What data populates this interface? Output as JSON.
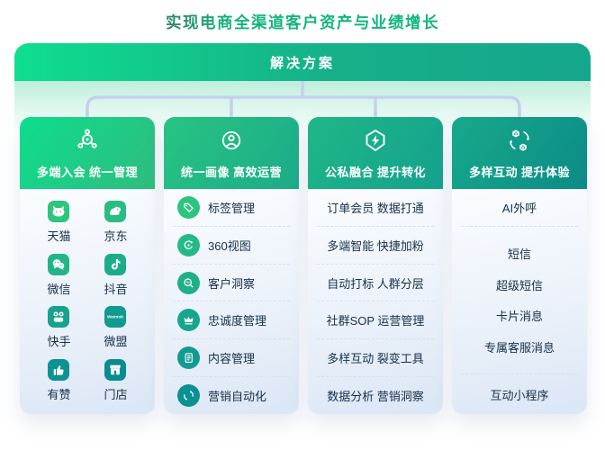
{
  "page_title": "实现电商全渠道客户资产与业绩增长",
  "banner": {
    "label": "解决方案"
  },
  "colors": {
    "banner_gradient_start": "#0ede8e",
    "banner_gradient_end": "#15a78c",
    "connector_line": "#c5d0ee",
    "text_dark": "#17304a",
    "title_gradient_start": "#6f3338",
    "title_gradient_end": "#0fb87d",
    "card_body_gradient_start": "#fafcff",
    "card_body_gradient_end": "#dbe6f5"
  },
  "columns": [
    {
      "header": {
        "title": "多端入会 统一管理",
        "icon": "hub-icon"
      },
      "apps": [
        {
          "name": "天猫",
          "icon": "tmall-icon",
          "color": "#2fc57e"
        },
        {
          "name": "京东",
          "icon": "jd-icon",
          "color": "#29bd82"
        },
        {
          "name": "微信",
          "icon": "wechat-icon",
          "color": "#23b586"
        },
        {
          "name": "抖音",
          "icon": "douyin-icon",
          "color": "#1dac8a"
        },
        {
          "name": "快手",
          "icon": "kuaishou-icon",
          "color": "#16a28d"
        },
        {
          "name": "微盟",
          "icon": "weimob-icon",
          "color": "#119a90"
        },
        {
          "name": "有赞",
          "icon": "youzan-icon",
          "color": "#0d9292"
        },
        {
          "name": "门店",
          "icon": "store-icon",
          "color": "#0a8b94"
        }
      ]
    },
    {
      "header": {
        "title": "统一画像 高效运营",
        "icon": "user-icon"
      },
      "items": [
        {
          "label": "标签管理",
          "icon": "tag-icon",
          "color": "#2cc47f"
        },
        {
          "label": "360视图",
          "icon": "view360-icon",
          "color": "#25ba85"
        },
        {
          "label": "客户洞察",
          "icon": "insight-icon",
          "color": "#1eb08a"
        },
        {
          "label": "忠诚度管理",
          "icon": "crown-icon",
          "color": "#17a58e"
        },
        {
          "label": "内容管理",
          "icon": "content-icon",
          "color": "#119b91"
        },
        {
          "label": "营销自动化",
          "icon": "automation-icon",
          "color": "#0b9094"
        }
      ]
    },
    {
      "header": {
        "title": "公私融合 提升转化",
        "icon": "bolt-icon"
      },
      "items": [
        {
          "label": "订单会员 数据打通"
        },
        {
          "label": "多端智能 快捷加粉"
        },
        {
          "label": "自动打标 人群分层"
        },
        {
          "label": "社群SOP 运营管理"
        },
        {
          "label": "多样互动 裂变工具"
        },
        {
          "label": "数据分析 营销洞察"
        }
      ]
    },
    {
      "header": {
        "title": "多样互动 提升体验",
        "icon": "sync-icon"
      },
      "groups": [
        {
          "items": [
            {
              "label": "AI外呼"
            }
          ]
        },
        {
          "items": [
            {
              "label": "短信"
            },
            {
              "label": "超级短信"
            },
            {
              "label": "卡片消息"
            },
            {
              "label": "专属客服消息"
            }
          ]
        },
        {
          "items": [
            {
              "label": "互动小程序"
            }
          ]
        }
      ]
    }
  ]
}
